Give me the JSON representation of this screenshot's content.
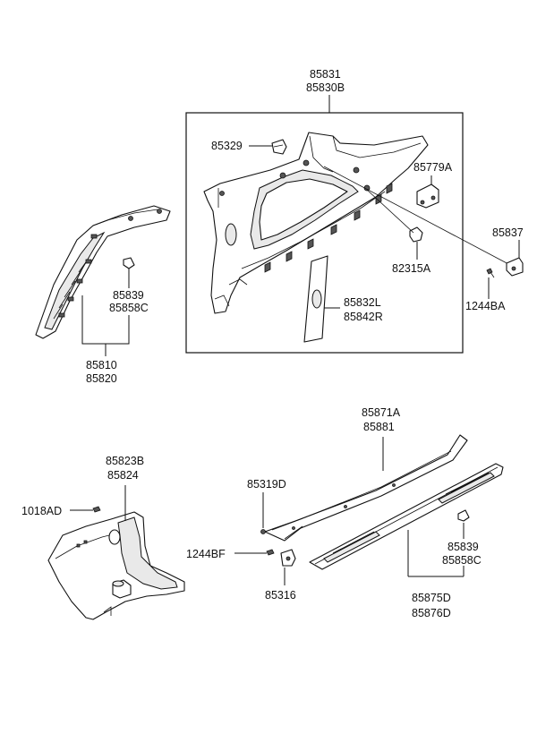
{
  "labels": {
    "l85831": "85831",
    "l85830B": "85830B",
    "l85329": "85329",
    "l85779A": "85779A",
    "l85837": "85837",
    "l82315A": "82315A",
    "l1244BA": "1244BA",
    "l85832L": "85832L",
    "l85842R": "85842R",
    "l85839a": "85839",
    "l85858Ca": "85858C",
    "l85810": "85810",
    "l85820": "85820",
    "l85871A": "85871A",
    "l85881": "85881",
    "l85823B": "85823B",
    "l85824": "85824",
    "l1018AD": "1018AD",
    "l85319D": "85319D",
    "l1244BF": "1244BF",
    "l85316": "85316",
    "l85839b": "85839",
    "l85858Cb": "85858C",
    "l85875D": "85875D",
    "l85876D": "85876D"
  }
}
